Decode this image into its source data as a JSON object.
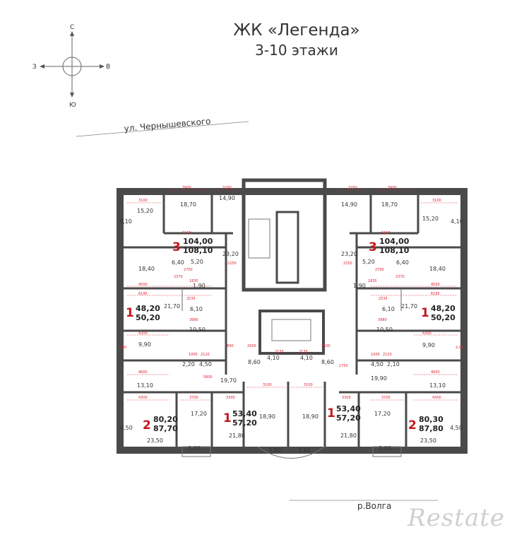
{
  "title": {
    "line1": "ЖК «Легенда»",
    "line2": "3-10 этажи"
  },
  "compass": {
    "north": "С",
    "south": "Ю",
    "west": "З",
    "east": "В"
  },
  "streets": {
    "top": "ул. Чернышевского",
    "bottom": "р.Волга"
  },
  "watermark": "Restate",
  "rooms": [
    {
      "label": "18,70"
    },
    {
      "label": "14,90"
    },
    {
      "label": "15,20"
    },
    {
      "label": "4,10"
    },
    {
      "label": "23,20"
    },
    {
      "label": "18,40"
    },
    {
      "label": "6,40"
    },
    {
      "label": "5,20"
    },
    {
      "label": "1,90"
    },
    {
      "label": "21,70"
    },
    {
      "label": "6,10"
    },
    {
      "label": "10,50"
    },
    {
      "label": "9,90"
    },
    {
      "label": "2,00"
    },
    {
      "label": "2,20"
    },
    {
      "label": "4,50"
    },
    {
      "label": "13,10"
    },
    {
      "label": "19,70"
    },
    {
      "label": "8,60"
    },
    {
      "label": "4,10"
    },
    {
      "label": "17,20"
    },
    {
      "label": "18,90"
    },
    {
      "label": "21,80"
    },
    {
      "label": "4,50"
    },
    {
      "label": "23,50"
    },
    {
      "label": "3,00"
    },
    {
      "label": "3,80"
    },
    {
      "label": "14,90"
    },
    {
      "label": "18,70"
    },
    {
      "label": "15,20"
    },
    {
      "label": "4,10"
    },
    {
      "label": "23,20"
    },
    {
      "label": "5,20"
    },
    {
      "label": "6,40"
    },
    {
      "label": "18,40"
    },
    {
      "label": "1,90"
    },
    {
      "label": "6,10"
    },
    {
      "label": "21,70"
    },
    {
      "label": "10,50"
    },
    {
      "label": "9,90"
    },
    {
      "label": "2,00"
    },
    {
      "label": "4,50"
    },
    {
      "label": "2,10"
    },
    {
      "label": "13,10"
    },
    {
      "label": "19,90"
    },
    {
      "label": "8,60"
    },
    {
      "label": "4,10"
    },
    {
      "label": "18,90"
    },
    {
      "label": "17,20"
    },
    {
      "label": "21,80"
    },
    {
      "label": "4,50"
    },
    {
      "label": "23,50"
    },
    {
      "label": "3,00"
    },
    {
      "label": "3,80"
    }
  ],
  "apartments": [
    {
      "rooms": "3",
      "total": "104,00",
      "full": "108,10"
    },
    {
      "rooms": "3",
      "total": "104,00",
      "full": "108,10"
    },
    {
      "rooms": "1",
      "total": "48,20",
      "full": "50,20"
    },
    {
      "rooms": "1",
      "total": "48,20",
      "full": "50,20"
    },
    {
      "rooms": "2",
      "total": "80,20",
      "full": "87,70"
    },
    {
      "rooms": "1",
      "total": "53,40",
      "full": "57,20"
    },
    {
      "rooms": "1",
      "total": "53,40",
      "full": "57,20"
    },
    {
      "rooms": "2",
      "total": "80,30",
      "full": "87,80"
    }
  ],
  "dimensions": [
    {
      "label": "3100"
    },
    {
      "label": "3900"
    },
    {
      "label": "3250"
    },
    {
      "label": "3250"
    },
    {
      "label": "3900"
    },
    {
      "label": "3100"
    },
    {
      "label": "5150"
    },
    {
      "label": "5150"
    },
    {
      "label": "2250"
    },
    {
      "label": "2250"
    },
    {
      "label": "2700"
    },
    {
      "label": "2700"
    },
    {
      "label": "2370"
    },
    {
      "label": "2370"
    },
    {
      "label": "1835"
    },
    {
      "label": "1835"
    },
    {
      "label": "4500"
    },
    {
      "label": "4500"
    },
    {
      "label": "6195"
    },
    {
      "label": "6195"
    },
    {
      "label": "2535"
    },
    {
      "label": "2535"
    },
    {
      "label": "3980"
    },
    {
      "label": "3980"
    },
    {
      "label": "4300"
    },
    {
      "label": "4300"
    },
    {
      "label": "1000"
    },
    {
      "label": "2120"
    },
    {
      "label": "1000"
    },
    {
      "label": "2120"
    },
    {
      "label": "1800"
    },
    {
      "label": "2500"
    },
    {
      "label": "2135"
    },
    {
      "label": "2135"
    },
    {
      "label": "2500"
    },
    {
      "label": "1750"
    },
    {
      "label": "4600"
    },
    {
      "label": "4600"
    },
    {
      "label": "5800"
    },
    {
      "label": "4300"
    },
    {
      "label": "3700"
    },
    {
      "label": "3300"
    },
    {
      "label": "3100"
    },
    {
      "label": "3100"
    },
    {
      "label": "3300"
    },
    {
      "label": "3700"
    },
    {
      "label": "4300"
    }
  ]
}
